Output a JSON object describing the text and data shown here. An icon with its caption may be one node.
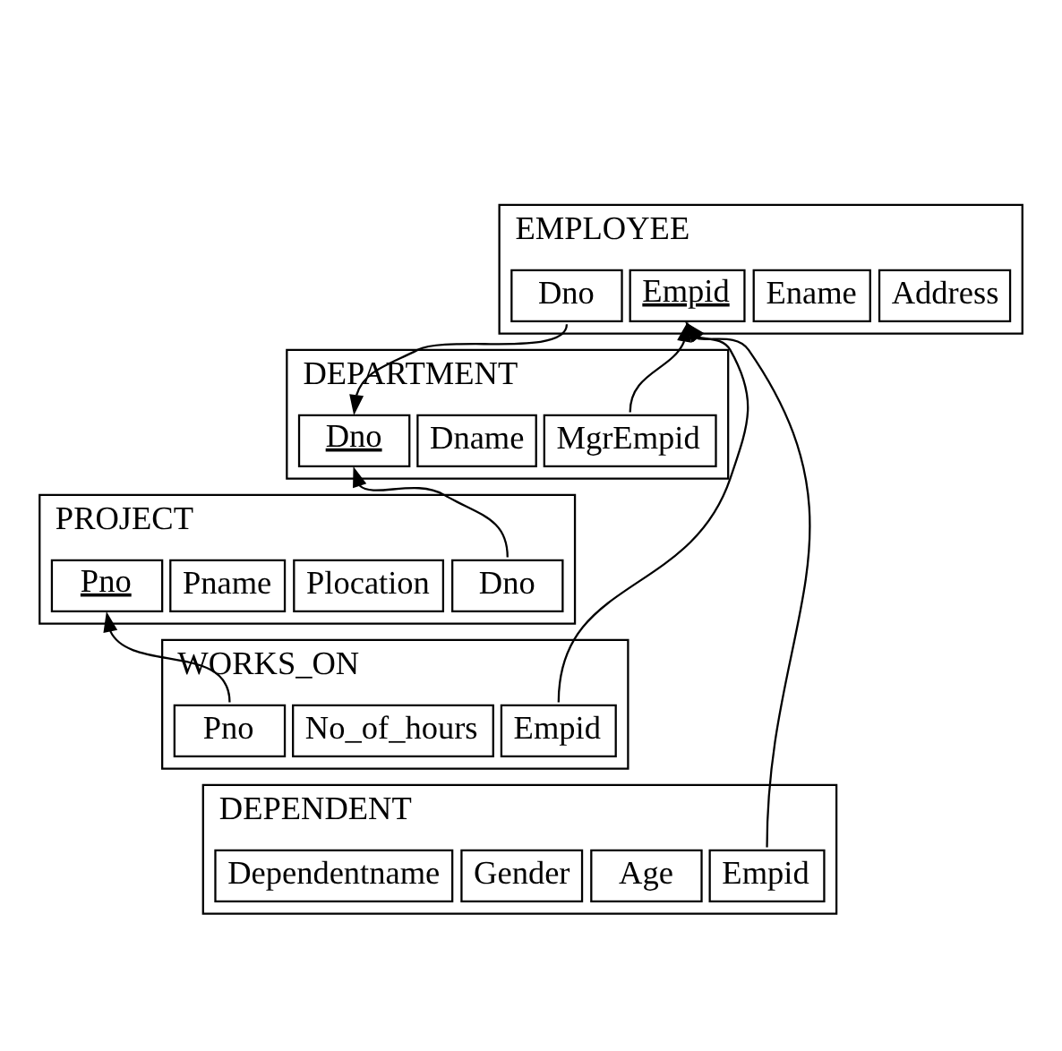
{
  "diagram": {
    "nodes": [
      {
        "text": [
          "EMPLOYEE"
        ]
      },
      {
        "text": [
          "Empid"
        ],
        "in": 0
      },
      {
        "text": [
          "Ename"
        ],
        "in": 0
      },
      {
        "text": [
          "Address"
        ],
        "in": 0
      },
      {
        "text": [
          "Dno"
        ],
        "in": 0
      },
      {
        "text": [
          "DEPARTMENT"
        ]
      },
      {
        "text": [
          "Dno"
        ],
        "in": 5
      },
      {
        "text": [
          "Dname"
        ],
        "in": 5
      },
      {
        "text": [
          "MgrEmpid"
        ],
        "in": 5
      },
      {
        "text": [
          "PROJECT"
        ]
      },
      {
        "text": [
          "Pno"
        ],
        "in": 9
      },
      {
        "text": [
          "Pname"
        ],
        "in": 9
      },
      {
        "text": [
          "Plocation"
        ],
        "in": 9
      },
      {
        "text": [
          "Dno"
        ],
        "in": 9
      },
      {
        "text": [
          "WORKS_ON"
        ]
      },
      {
        "text": [
          "Empid"
        ],
        "in": 14
      },
      {
        "text": [
          "Pno"
        ],
        "in": 14
      },
      {
        "text": [
          "No_of_hours"
        ],
        "in": 14
      },
      {
        "text": [
          "DEPENDENT"
        ]
      },
      {
        "text": [
          "Dependentname"
        ],
        "in": 18
      },
      {
        "text": [
          "Gender"
        ],
        "in": 18
      },
      {
        "text": [
          "Age"
        ],
        "in": 18
      },
      {
        "text": [
          "Empid"
        ],
        "in": 18
      }
    ],
    "edges": [
      {
        "from": 4,
        "to": 6,
        "arrow": "to"
      },
      {
        "from": 8,
        "to": 1,
        "arrow": "to"
      },
      {
        "from": 13,
        "to": 6,
        "arrow": "to"
      },
      {
        "from": 16,
        "to": 10,
        "arrow": "to"
      },
      {
        "from": 15,
        "to": 1,
        "arrow": "to"
      },
      {
        "from": 22,
        "to": 1,
        "arrow": "to"
      }
    ]
  }
}
